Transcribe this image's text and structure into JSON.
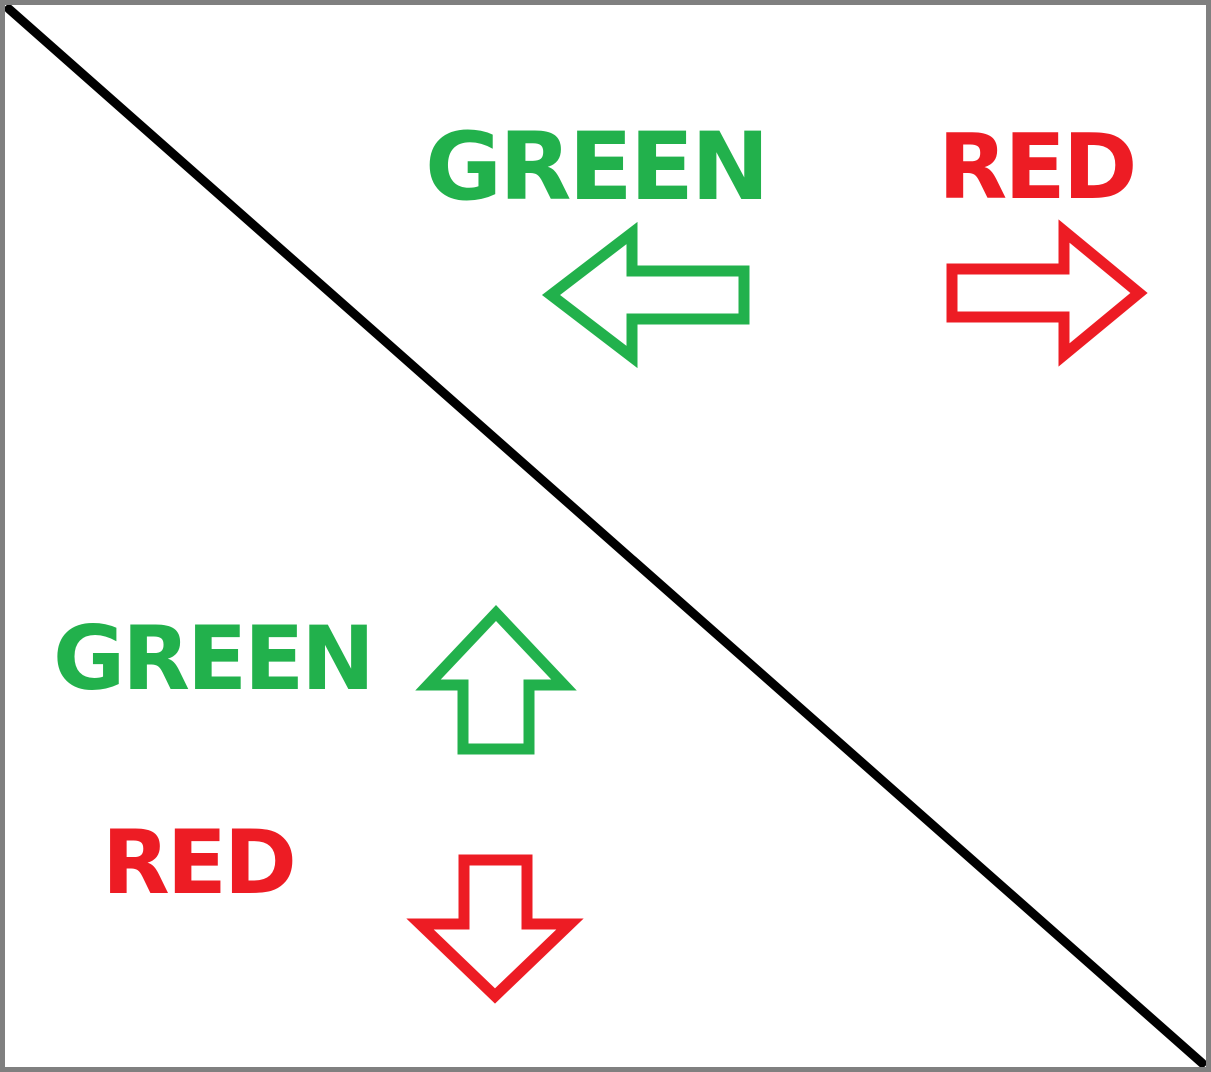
{
  "colors": {
    "green": "#22B14C",
    "red": "#ED1C24",
    "line": "#000000",
    "border": "#808080",
    "background": "#FFFFFF"
  },
  "divider": {
    "type": "diagonal-line",
    "from": "top-left",
    "to": "bottom-right"
  },
  "upper_right_region": {
    "green_label": "GREEN",
    "green_arrow_direction": "left",
    "red_label": "RED",
    "red_arrow_direction": "right"
  },
  "lower_left_region": {
    "green_label": "GREEN",
    "green_arrow_direction": "up",
    "red_label": "RED",
    "red_arrow_direction": "down"
  }
}
